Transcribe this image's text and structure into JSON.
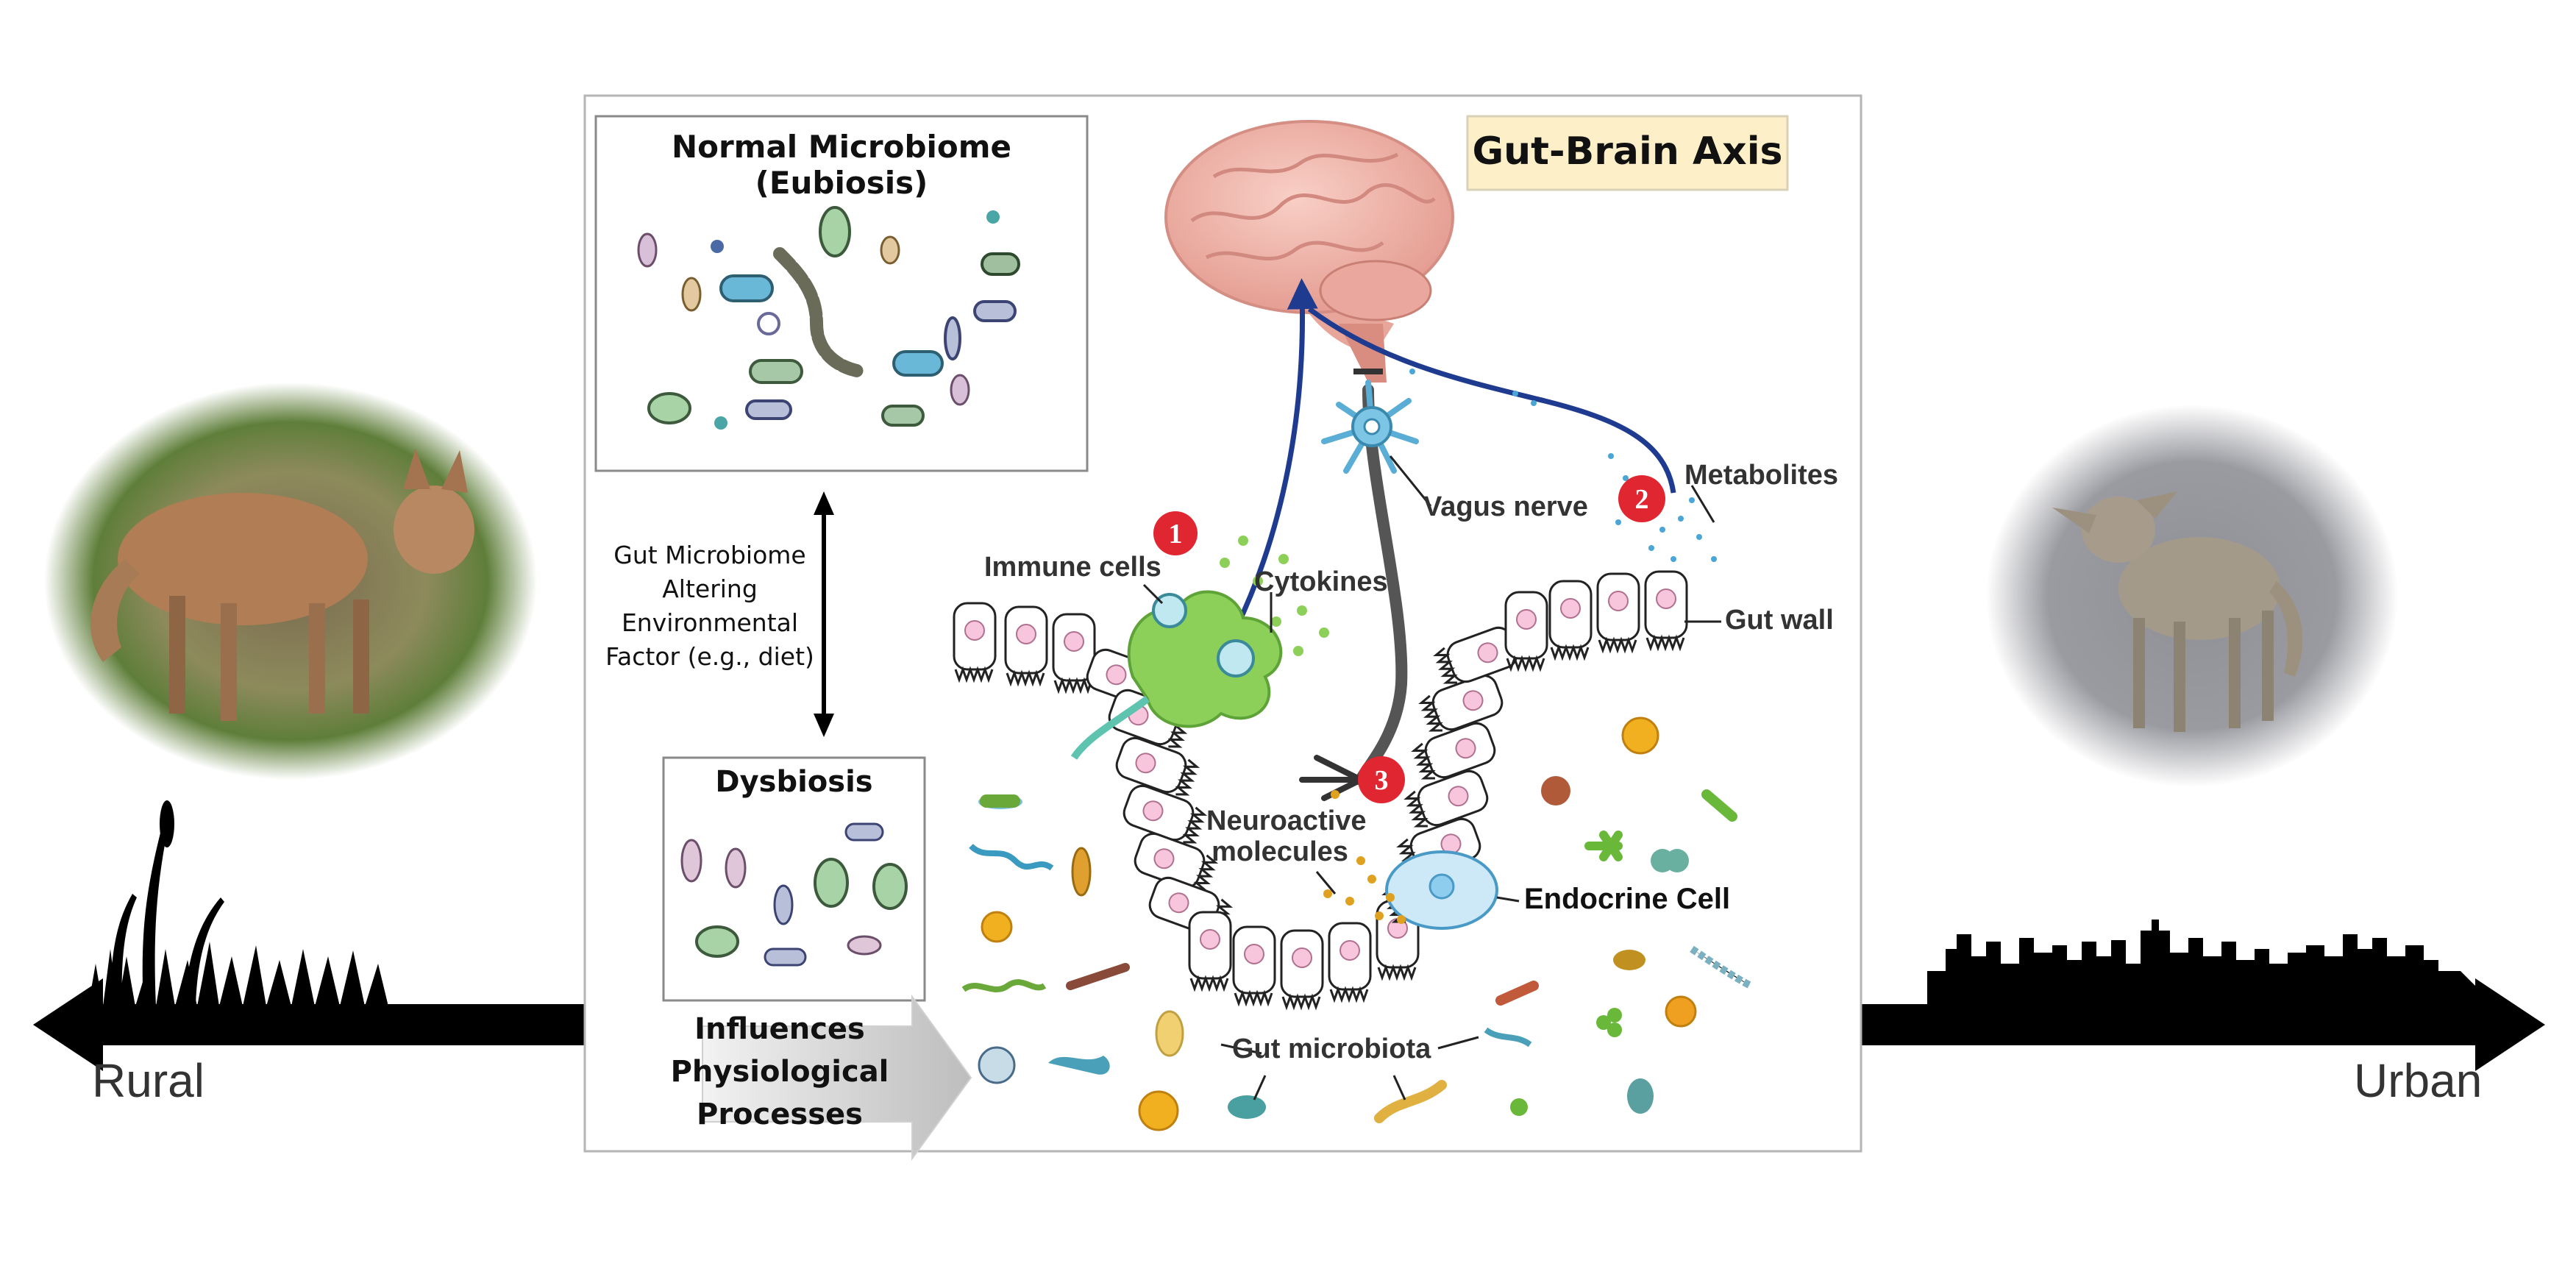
{
  "left_end": {
    "label": "Rural"
  },
  "right_end": {
    "label": "Urban"
  },
  "title": "Gut-Brain Axis",
  "eubiosis": {
    "title": "Normal Microbiome (Eubiosis)"
  },
  "dysbiosis": {
    "title": "Dysbiosis"
  },
  "factor": {
    "lines": [
      "Gut Microbiome",
      "Altering",
      "Environmental",
      "Factor (e.g., diet)"
    ]
  },
  "influence": {
    "lines": [
      "Influences",
      "Physiological",
      "Processes"
    ]
  },
  "labels": {
    "immune": "Immune cells",
    "cytokines": "Cytokines",
    "vagus": "Vagus nerve",
    "metabolites": "Metabolites",
    "gut_wall": "Gut wall",
    "neuroactive": [
      "Neuroactive",
      "molecules"
    ],
    "endocrine": "Endocrine Cell",
    "microbiota": "Gut microbiota"
  },
  "pathways": [
    "1",
    "2",
    "3"
  ],
  "colors": {
    "title_bg": "#fdf0c8",
    "arrow_blue": "#1f3b8f",
    "badge_red": "#e02630",
    "brain_pink": "#f2b8ad",
    "neuron_blue": "#7cc5e5",
    "immune_green": "#8cd05a",
    "vagus_gray": "#555555"
  }
}
